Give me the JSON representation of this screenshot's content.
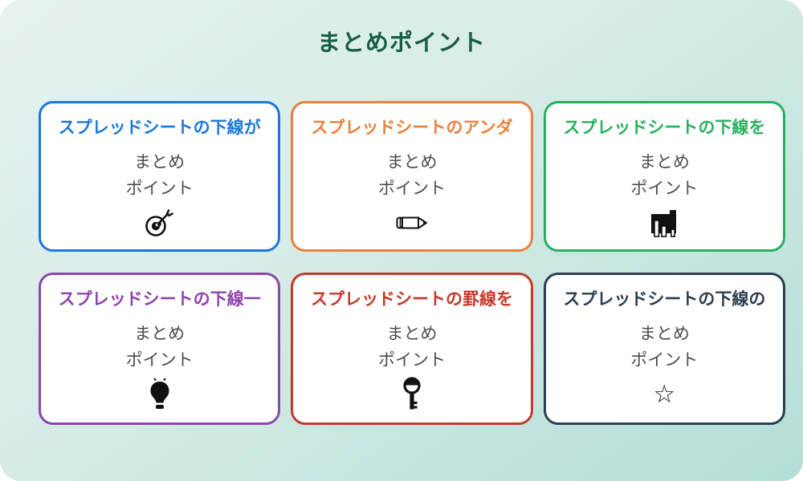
{
  "page": {
    "title": "まとめポイント",
    "title_color": "#175e48",
    "background_gradient": [
      "#e6f2f1",
      "#b4ded7"
    ],
    "body_text_color": "#4d4d4d"
  },
  "cards": [
    {
      "title": "スプレッドシートの下線が",
      "line1": "まとめ",
      "line2": "ポイント",
      "accent": "#1a78d9",
      "icon": "target-dart-icon"
    },
    {
      "title": "スプレッドシートのアンダ",
      "line1": "まとめ",
      "line2": "ポイント",
      "accent": "#e8813c",
      "icon": "pencil-icon"
    },
    {
      "title": "スプレッドシートの下線を",
      "line1": "まとめ",
      "line2": "ポイント",
      "accent": "#27b05e",
      "icon": "bar-chart-icon"
    },
    {
      "title": "スプレッドシートの下線一",
      "line1": "まとめ",
      "line2": "ポイント",
      "accent": "#8e44ad",
      "icon": "lightbulb-icon"
    },
    {
      "title": "スプレッドシートの罫線を",
      "line1": "まとめ",
      "line2": "ポイント",
      "accent": "#c43a2b",
      "icon": "key-icon"
    },
    {
      "title": "スプレッドシートの下線の",
      "line1": "まとめ",
      "line2": "ポイント",
      "accent": "#2c3e50",
      "icon": "star-icon",
      "icon_char": "☆"
    }
  ]
}
